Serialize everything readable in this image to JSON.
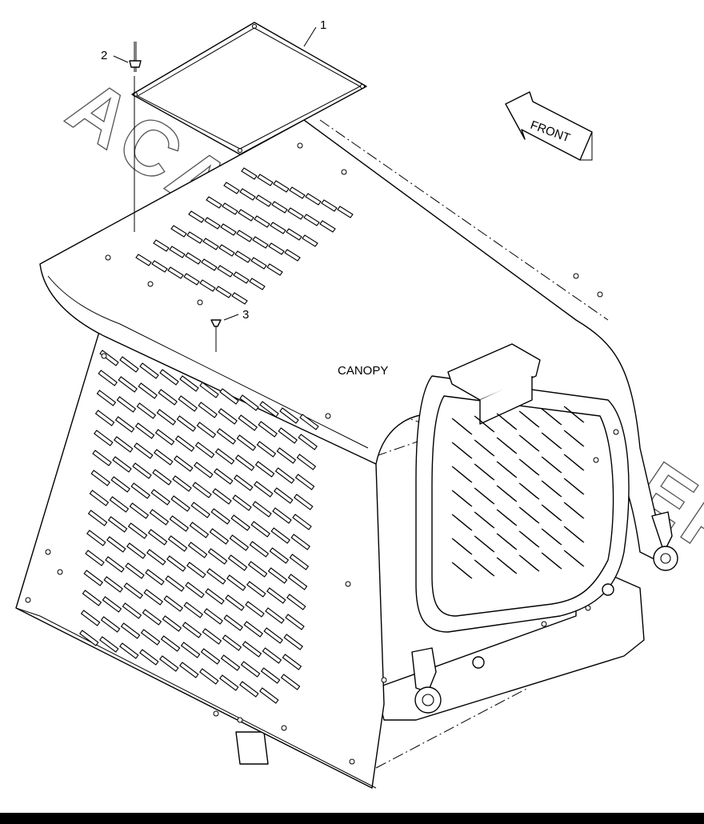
{
  "callouts": [
    "1",
    "2",
    "3"
  ],
  "assembly_label": "CANOPY",
  "direction_label": "FRONT",
  "watermark": "ACATAUTODEALER.RU"
}
